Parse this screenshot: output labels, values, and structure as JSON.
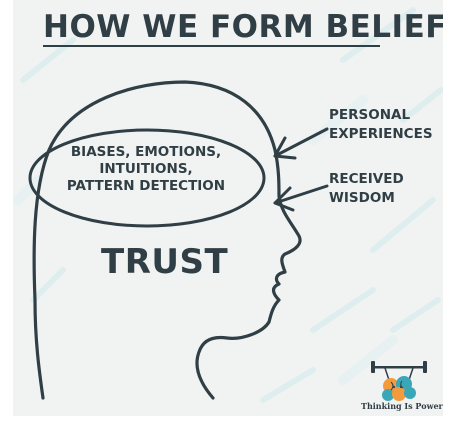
{
  "title": "HOW WE FORM BELIEFS",
  "oval_lines": [
    "BIASES, EMOTIONS,",
    "INTUITIONS,",
    "PATTERN DETECTION"
  ],
  "center_label": "TRUST",
  "inputs": [
    {
      "lines": [
        "PERSONAL",
        "EXPERIENCES"
      ]
    },
    {
      "lines": [
        "RECEIVED",
        "WISDOM"
      ]
    }
  ],
  "logo": {
    "text": "Thinking Is Power",
    "icon": "brain-lifting-barbell-icon"
  },
  "colors": {
    "ink": "#303e45",
    "background": "#f1f3f2",
    "texture": "#cfeaec",
    "logo_orange": "#f39a3c",
    "logo_teal": "#3aa7b8"
  }
}
